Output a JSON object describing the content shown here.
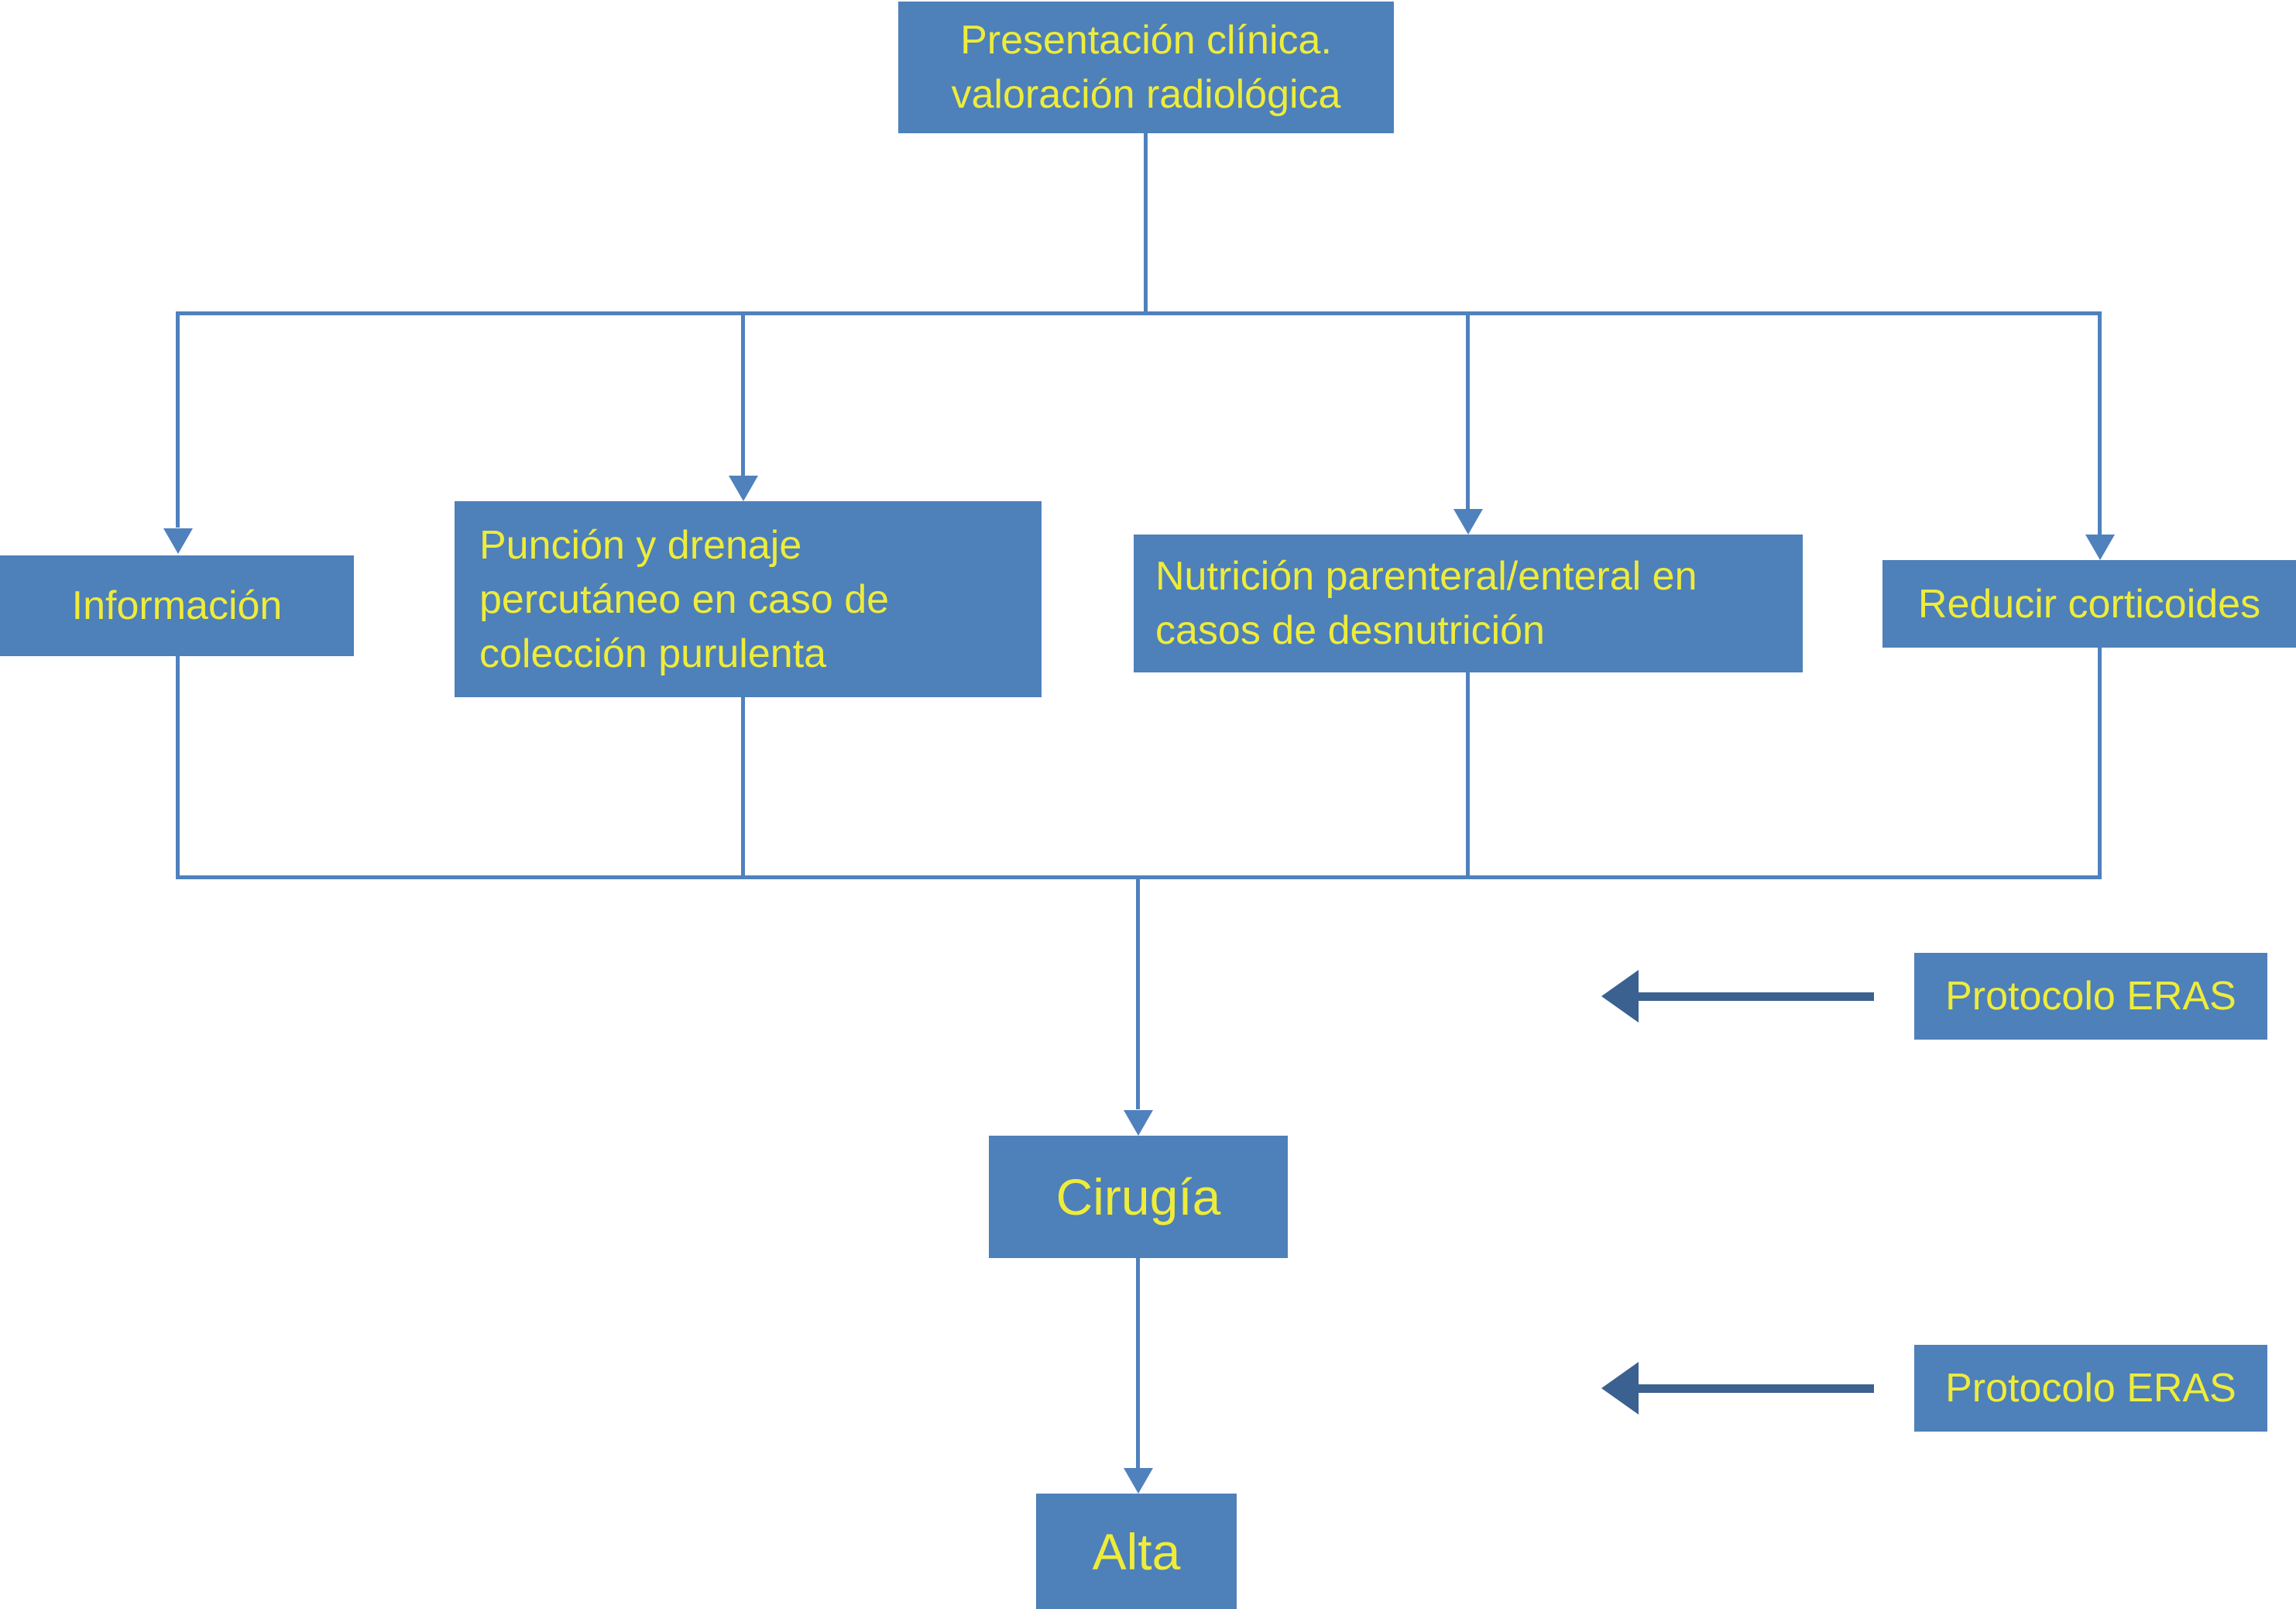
{
  "colors": {
    "node_fill": "#4e80ba",
    "node_text": "#eeec3a",
    "connector": "#4f81bd",
    "eras_arrow": "#3a618f",
    "bg": "#ffffff"
  },
  "nodes": {
    "presentacion": {
      "label": "Presentación clínica.\nvaloración radiológica"
    },
    "informacion": {
      "label": "Información"
    },
    "puncion": {
      "label": "Punción y drenaje\npercutáneo en caso de\ncolección purulenta"
    },
    "nutricion": {
      "label": "Nutrición parenteral/enteral en\ncasos de desnutrición"
    },
    "reducir": {
      "label": "Reducir corticoides"
    },
    "cirugia": {
      "label": "Cirugía"
    },
    "alta": {
      "label": "Alta"
    },
    "protocolo_eras_1": {
      "label": "Protocolo ERAS"
    },
    "protocolo_eras_2": {
      "label": "Protocolo ERAS"
    }
  }
}
